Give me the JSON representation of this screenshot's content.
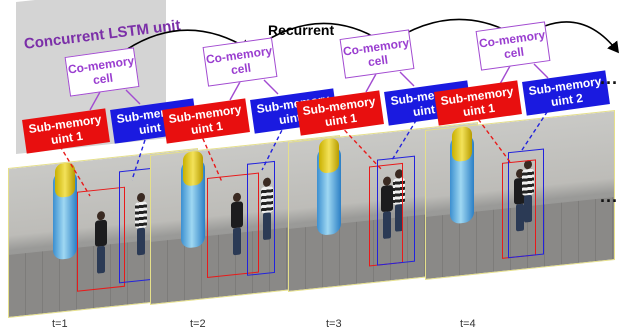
{
  "title": "Concurrent LSTM unit",
  "recurrent_label": "Recurrent",
  "frames": [
    {
      "time_label": "t=1",
      "co_memory": [
        "Co-memory",
        "cell"
      ],
      "sub1": [
        "Sub-memory",
        "uint 1"
      ],
      "sub2": [
        "Sub-memory",
        "uint 2"
      ]
    },
    {
      "time_label": "t=2",
      "co_memory": [
        "Co-memory",
        "cell"
      ],
      "sub1": [
        "Sub-memory",
        "uint 1"
      ],
      "sub2": [
        "Sub-memory",
        "uint 2"
      ]
    },
    {
      "time_label": "t=3",
      "co_memory": [
        "Co-memory",
        "cell"
      ],
      "sub1": [
        "Sub-memory",
        "uint 1"
      ],
      "sub2": [
        "Sub-memory",
        "uint 2"
      ]
    },
    {
      "time_label": "t=4",
      "co_memory": [
        "Co-memory",
        "cell"
      ],
      "sub1": [
        "Sub-memory",
        "uint 1"
      ],
      "sub2": [
        "Sub-memory",
        "uint 2"
      ]
    }
  ],
  "ellipsis": "...",
  "colors": {
    "sub_memory_1": "#e80f0f",
    "sub_memory_2": "#1a1ae0",
    "co_memory_border": "#a24bd1",
    "title": "#7b2fa8"
  }
}
